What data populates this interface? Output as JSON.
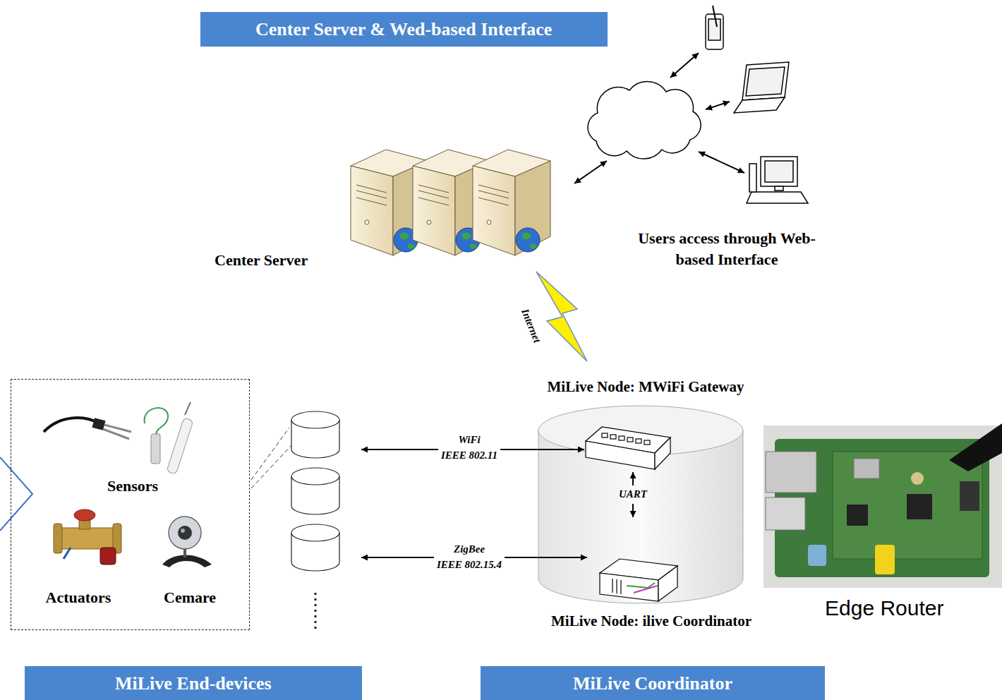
{
  "diagram": {
    "nodes": [
      {
        "text": [
          "Center Server & Wed-based Interface"
        ]
      },
      {
        "text": [
          "Sensors",
          "Actuators",
          "Cemare"
        ]
      },
      {
        "text": [
          "MiLive Node: MWiFi Gateway",
          "UART",
          "MiLive Node: ilive Coordinator"
        ]
      },
      {
        "text": [
          "MiLive End-devices"
        ]
      },
      {
        "text": [
          "MiLive Coordinator"
        ]
      }
    ],
    "labels": [
      "Center Server",
      "Users access through Web-based Interface",
      "Internet",
      "WiFi IEEE 802.11",
      "ZigBee IEEE 802.15.4",
      "Edge Router"
    ]
  }
}
